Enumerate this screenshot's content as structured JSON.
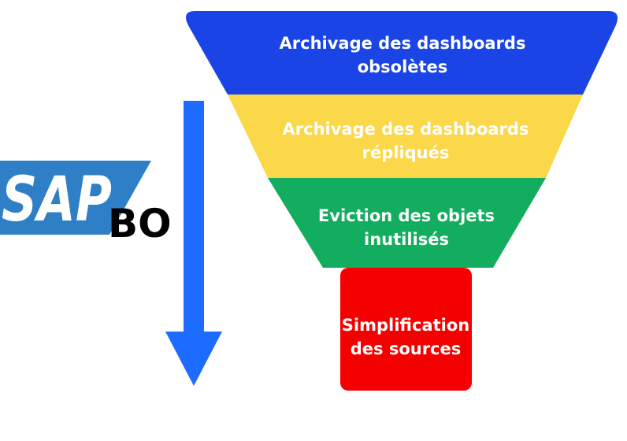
{
  "logo": {
    "brand_text": "SAP",
    "product_text": "BO",
    "brand_color": "#2f7fc7",
    "product_color": "#000000"
  },
  "arrow": {
    "color": "#1e6bff",
    "direction": "down"
  },
  "funnel": {
    "stages": [
      {
        "line1": "Archivage des dashboards",
        "line2": "obsolètes",
        "color": "#1a44e6"
      },
      {
        "line1": "Archivage des dashboards",
        "line2": "répliqués",
        "color": "#fbd74a"
      },
      {
        "line1": "Eviction des objets",
        "line2": "inutilisés",
        "color": "#12ad5e"
      },
      {
        "line1": "Simplification",
        "line2": "des sources",
        "color": "#f50000"
      }
    ]
  }
}
